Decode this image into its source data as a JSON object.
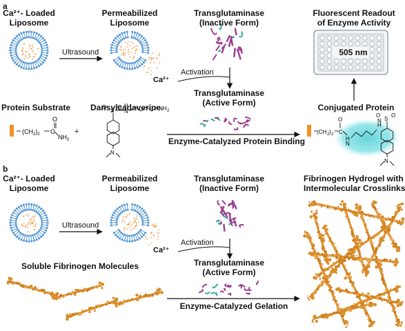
{
  "panel_a": {
    "letter": "a",
    "loaded_liposome": [
      "Ca²⁺- Loaded",
      "Liposome"
    ],
    "permeabilized_liposome": [
      "Permeabilized",
      "Liposome"
    ],
    "tg_inactive": [
      "Transglutaminase",
      "(Inactive Form)"
    ],
    "readout": [
      "Fluorescent Readout",
      "of Enzyme Activity"
    ],
    "plate_label": "505 nm",
    "ultrasound": "Ultrasound",
    "ca_ion": "Ca²⁺",
    "activation": "Activation",
    "tg_active": [
      "Transglutaminase",
      "(Active Form)"
    ],
    "conjugated": "Conjugated Protein",
    "substrate": "Protein Substrate",
    "dansyl": "Dansylcadaverine",
    "plus": "+",
    "binding": "Enzyme-Catalyzed Protein Binding"
  },
  "panel_b": {
    "letter": "b",
    "loaded_liposome": [
      "Ca²⁺- Loaded",
      "Liposome"
    ],
    "permeabilized_liposome": [
      "Permeabilized",
      "Liposome"
    ],
    "tg_inactive": [
      "Transglutaminase",
      "(Inactive Form)"
    ],
    "hydrogel": [
      "Fibrinogen Hydrogel with",
      "Intermolecular Crosslinks"
    ],
    "ultrasound": "Ultrasound",
    "ca_ion": "Ca²⁺",
    "activation": "Activation",
    "tg_active": [
      "Transglutaminase",
      "(Active Form)"
    ],
    "soluble": "Soluble Fibrinogen Molecules",
    "gelation": "Enzyme-Catalyzed Gelation"
  },
  "colors": {
    "liposome": "#5a9bd5",
    "ca_dots": "#f0a050",
    "fibrinogen": "#d98c2a",
    "enzyme_purple": "#9b3f8f",
    "enzyme_teal": "#3aa89a",
    "fluor_glow": "#5fd3d8",
    "substrate_box": "#f0922a"
  }
}
